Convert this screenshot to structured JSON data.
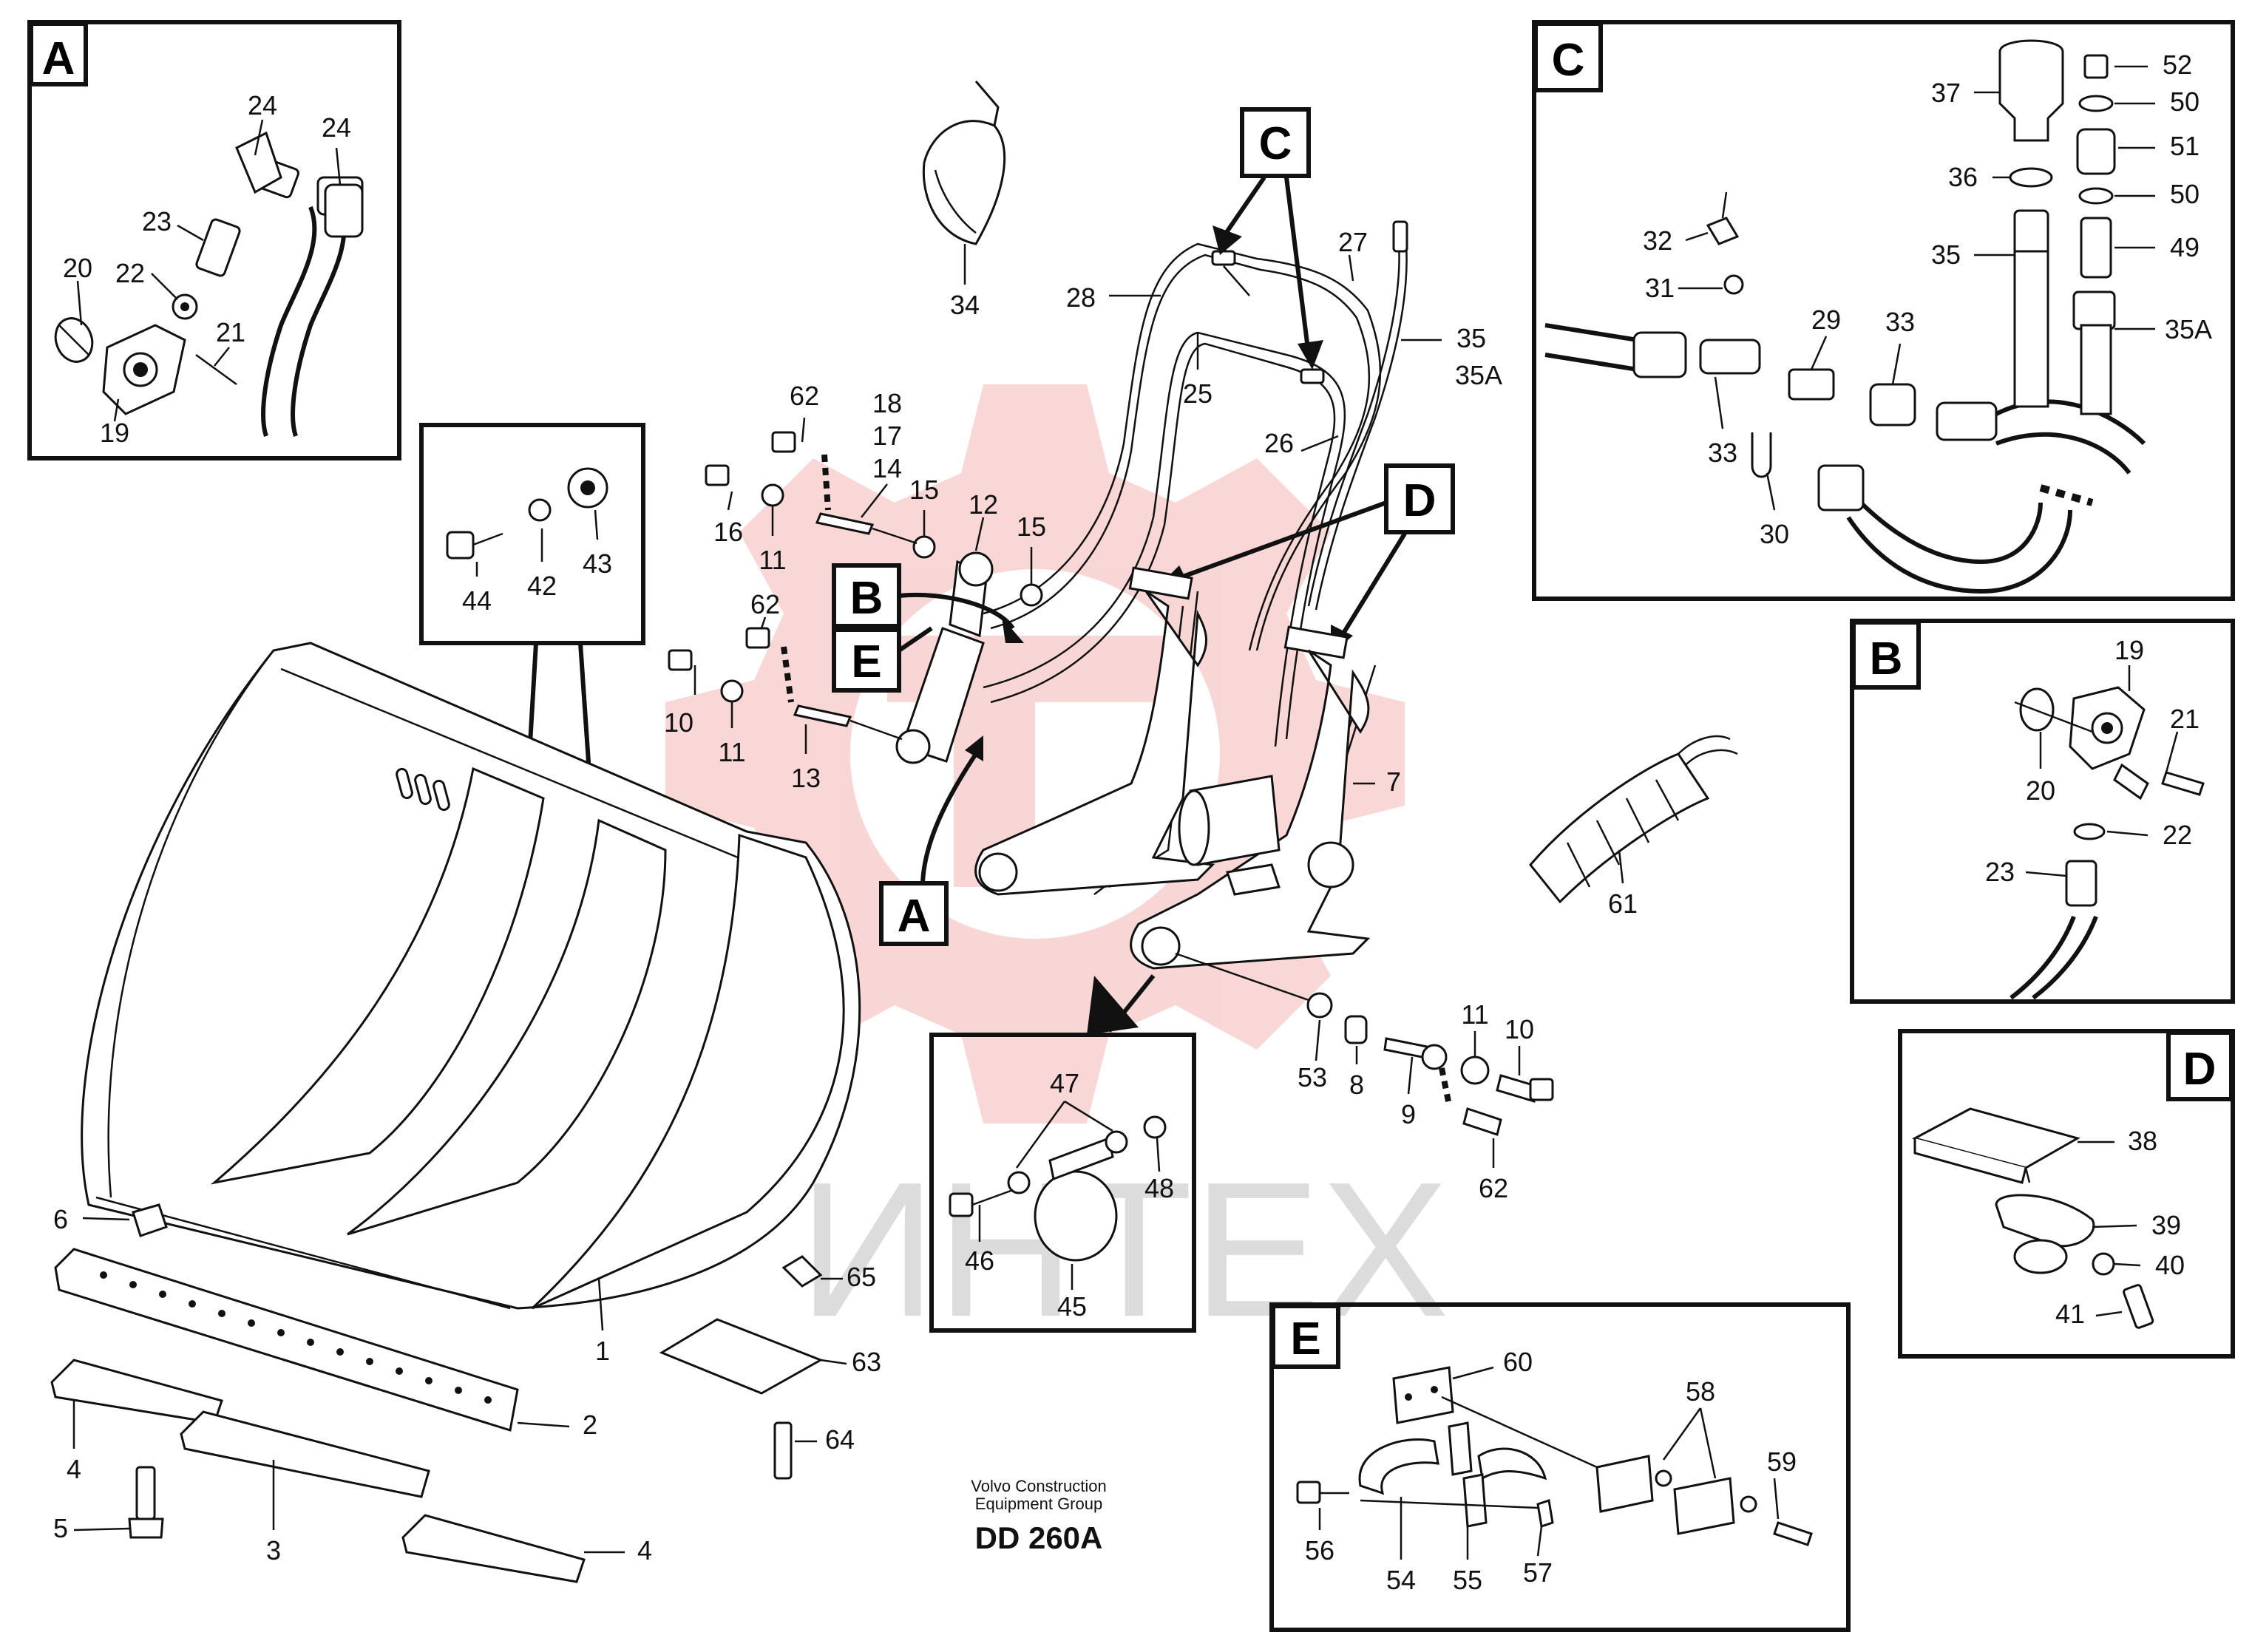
{
  "insets": {
    "A": "A",
    "B": "B",
    "C": "C",
    "D": "D",
    "E": "E"
  },
  "callouts": {
    "C": "C",
    "D": "D",
    "B": "B",
    "E": "E",
    "A": "A"
  },
  "labels": {
    "a24a": "24",
    "a24b": "24",
    "a23": "23",
    "a20": "20",
    "a22": "22",
    "a21": "21",
    "a19": "19",
    "g44": "44",
    "g42": "42",
    "g43": "43",
    "p34": "34",
    "p28": "28",
    "p27": "27",
    "p35": "35",
    "p35a": "35A",
    "p25": "25",
    "p26": "26",
    "p62a": "62",
    "p18": "18",
    "p17": "17",
    "p14": "14",
    "p16": "16",
    "p11a": "11",
    "p15a": "15",
    "p12": "12",
    "p15b": "15",
    "p62b": "62",
    "p10a": "10",
    "p11b": "11",
    "p13": "13",
    "p7": "7",
    "p61": "61",
    "p11c": "11",
    "p10b": "10",
    "p53": "53",
    "p8": "8",
    "p9": "9",
    "p62c": "62",
    "p6": "6",
    "p65": "65",
    "p63": "63",
    "p64": "64",
    "p1": "1",
    "p2": "2",
    "p4a": "4",
    "p5": "5",
    "p3": "3",
    "p4b": "4",
    "h47": "47",
    "h48": "48",
    "h46": "46",
    "h45": "45",
    "c37": "37",
    "c52": "52",
    "c50a": "50",
    "c51": "51",
    "c36": "36",
    "c50b": "50",
    "c32": "32",
    "c35": "35",
    "c49": "49",
    "c31": "31",
    "c29": "29",
    "c33a": "33",
    "c35a": "35A",
    "c33b": "33",
    "c30": "30",
    "b19": "19",
    "b21": "21",
    "b20": "20",
    "b22": "22",
    "b23": "23",
    "d38": "38",
    "d39": "39",
    "d40": "40",
    "d41": "41",
    "e60": "60",
    "e58": "58",
    "e59": "59",
    "e56": "56",
    "e54": "54",
    "e55": "55",
    "e57": "57"
  },
  "footer": {
    "company_line1": "Volvo Construction",
    "company_line2": "Equipment Group",
    "code": "DD 260A"
  },
  "watermark": {
    "text": "ИНТЕХ",
    "logo_color": "#f2b3b3",
    "text_color": "#d9d9d9"
  }
}
